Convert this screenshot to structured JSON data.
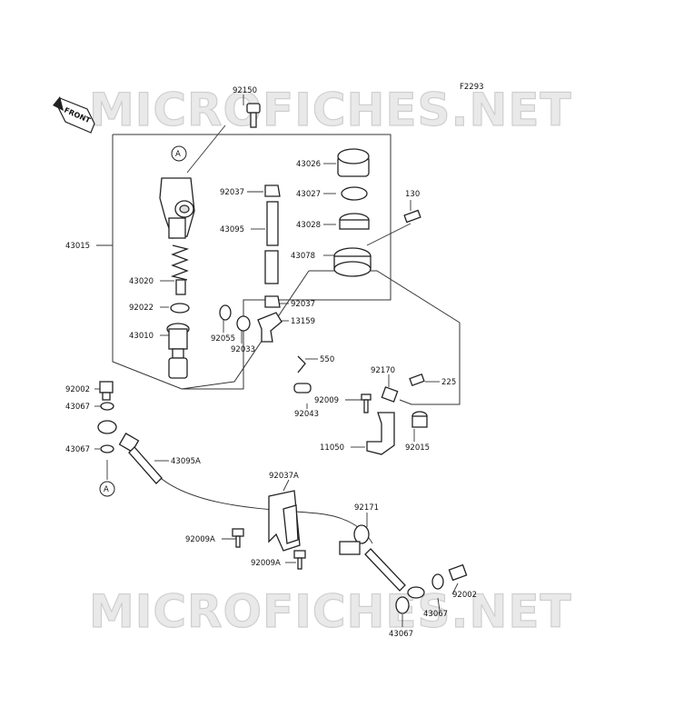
{
  "watermark": "MICROFICHES.NET",
  "diagram_code": "F2293",
  "front_label": "FRONT",
  "ref_marker": "A",
  "colors": {
    "line": "#222222",
    "watermark": "#d8d8d8",
    "background": "#ffffff"
  },
  "labels": {
    "p92150": "92150",
    "p43026": "43026",
    "p92037a": "92037",
    "p43027": "43027",
    "p130": "130",
    "p43095": "43095",
    "p43028": "43028",
    "p43015": "43015",
    "p43078": "43078",
    "p43020": "43020",
    "p92022": "92022",
    "p92037b": "92037",
    "p13159": "13159",
    "p43010": "43010",
    "p92055": "92055",
    "p92033": "92033",
    "p550": "550",
    "p92170": "92170",
    "p92002a": "92002",
    "p225": "225",
    "p92009": "92009",
    "p43067a": "43067",
    "p92043": "92043",
    "p11050": "11050",
    "p92015": "92015",
    "p43067b": "43067",
    "p43095a": "43095A",
    "p92037A": "92037A",
    "p92171": "92171",
    "p92009a1": "92009A",
    "p92009a2": "92009A",
    "p92002b": "92002",
    "p43067c": "43067",
    "p43067d": "43067"
  }
}
